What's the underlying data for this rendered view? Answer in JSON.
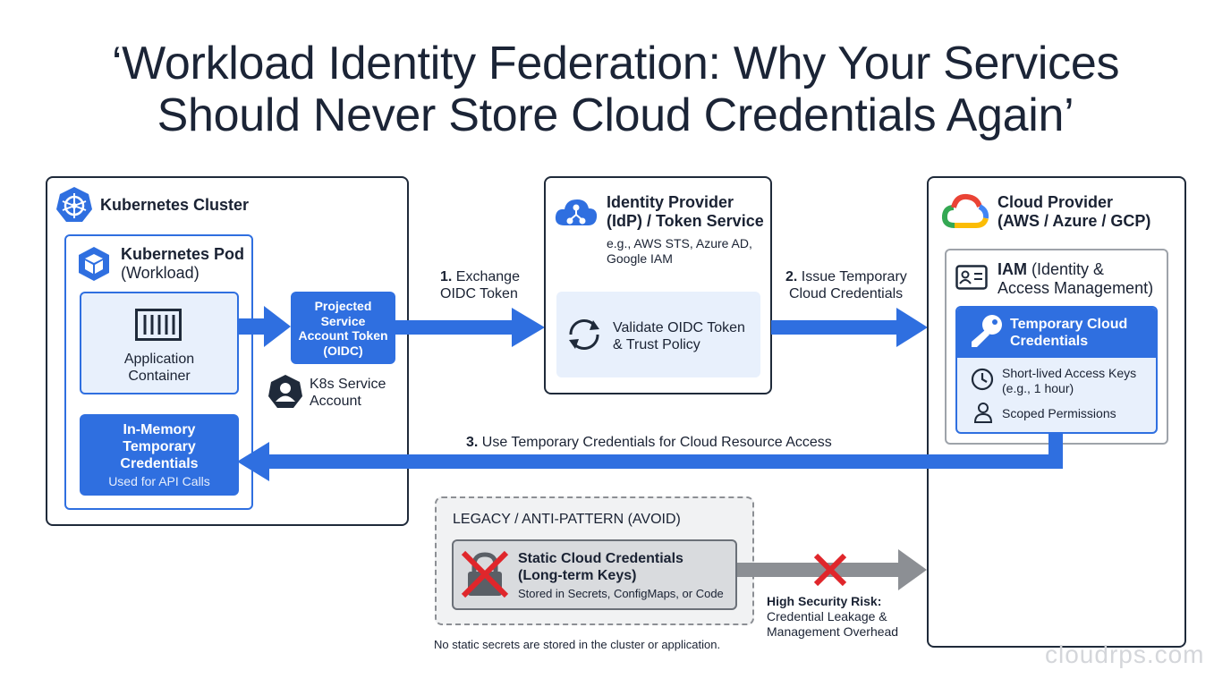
{
  "title_line1": "‘Workload Identity Federation: Why Your Services",
  "title_line2": "Should Never Store Cloud Credentials Again’",
  "cluster": {
    "title": "Kubernetes Cluster",
    "pod_title": "Kubernetes Pod",
    "pod_sub": "(Workload)",
    "app_line1": "Application",
    "app_line2": "Container",
    "mem_line1": "In-Memory",
    "mem_line2": "Temporary",
    "mem_line3": "Credentials",
    "mem_sub": "Used for API Calls",
    "token_line1": "Projected",
    "token_line2": "Service",
    "token_line3": "Account Token",
    "token_line4": "(OIDC)",
    "sa_line1": "K8s Service",
    "sa_line2": "Account"
  },
  "step1": {
    "num": "1.",
    "line1": "Exchange",
    "line2": "OIDC Token"
  },
  "idp": {
    "title_line1": "Identity Provider",
    "title_line2": "(IdP) / Token Service",
    "examples_line1": "e.g., AWS STS, Azure AD,",
    "examples_line2": "Google IAM",
    "validate_line1": "Validate OIDC Token",
    "validate_line2": "& Trust Policy"
  },
  "step2": {
    "num": "2.",
    "line1": "Issue Temporary",
    "line2": "Cloud Credentials"
  },
  "cloud": {
    "title_line1": "Cloud Provider",
    "title_line2": "(AWS / Azure / GCP)",
    "iam_bold": "IAM",
    "iam_rest1": " (Identity &",
    "iam_line2": "Access Management)",
    "temp_line1": "Temporary Cloud",
    "temp_line2": "Credentials",
    "short_line1": "Short-lived Access Keys",
    "short_line2": "(e.g., 1 hour)",
    "scoped": "Scoped Permissions"
  },
  "step3": {
    "num": "3.",
    "text": "Use Temporary Credentials for Cloud Resource Access"
  },
  "legacy": {
    "title": "LEGACY / ANTI-PATTERN (AVOID)",
    "static_line1": "Static Cloud Credentials",
    "static_line2": "(Long-term Keys)",
    "static_sub": "Stored in Secrets, ConfigMaps, or Code",
    "footnote": "No static secrets are stored in the cluster or application.",
    "risk_title": "High Security Risk:",
    "risk_line2": "Credential Leakage &",
    "risk_line3": "Management Overhead"
  },
  "watermark": "cloudrps.com",
  "colors": {
    "blue": "#2f6fe0",
    "dark": "#1f2a3a",
    "red": "#e0262b",
    "gray": "#8c8f94"
  }
}
